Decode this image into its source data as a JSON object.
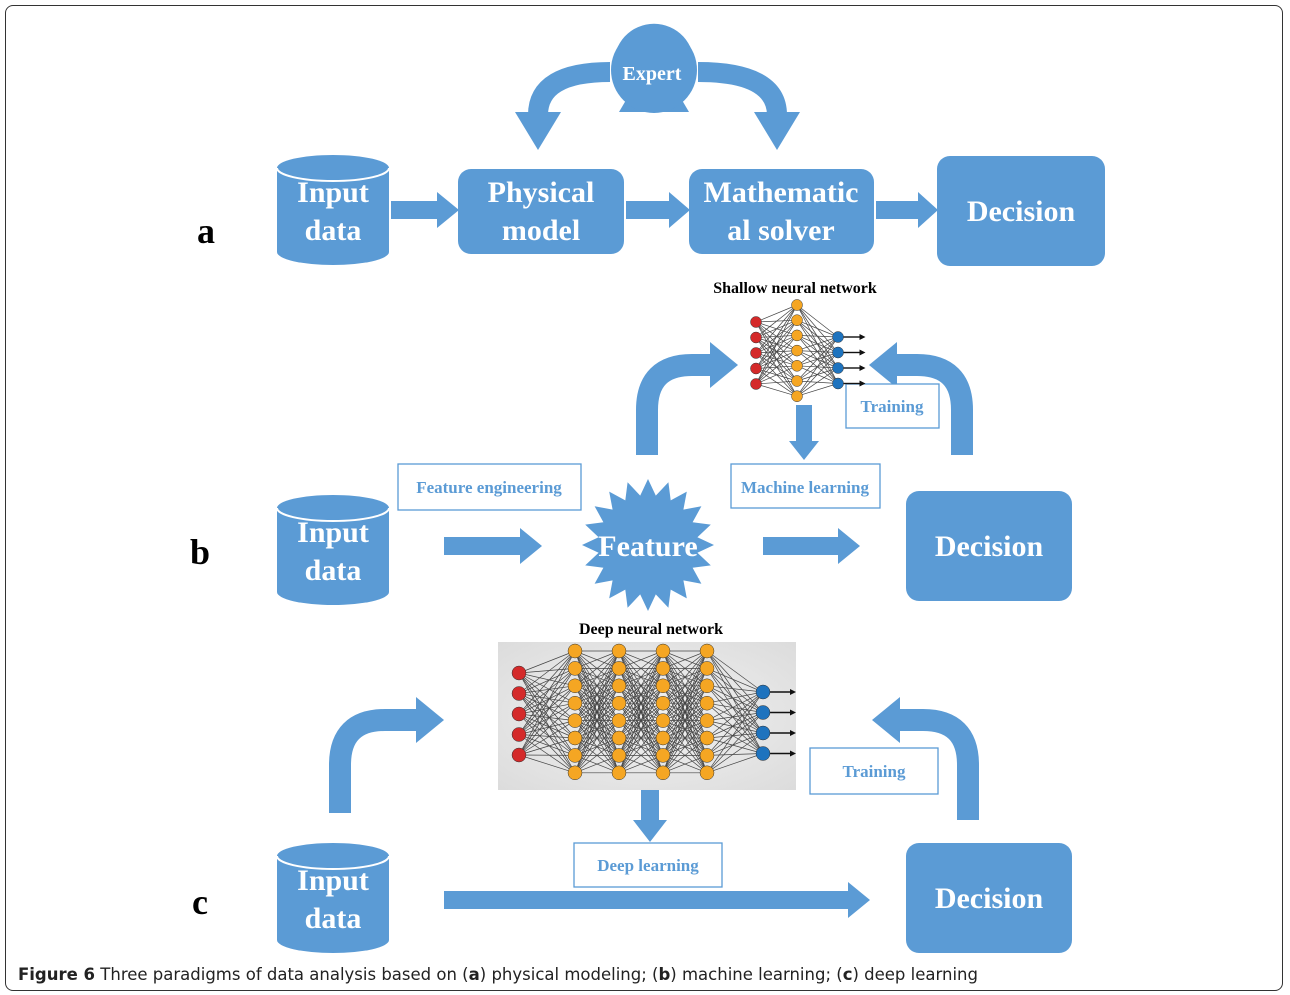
{
  "panels": {
    "a": {
      "letter": "a",
      "input_line1": "Input",
      "input_line2": "data",
      "expert": "Expert",
      "physical_line1": "Physical",
      "physical_line2": "model",
      "solver_line1": "Mathematic",
      "solver_line2": "al solver",
      "decision": "Decision"
    },
    "b": {
      "letter": "b",
      "input_line1": "Input",
      "input_line2": "data",
      "feature_engineering": "Feature engineering",
      "feature": "Feature",
      "network_title": "Shallow neural network",
      "machine_learning": "Machine learning",
      "training": "Training",
      "decision": "Decision"
    },
    "c": {
      "letter": "c",
      "input_line1": "Input",
      "input_line2": "data",
      "network_title": "Deep neural network",
      "deep_learning": "Deep learning",
      "training": "Training",
      "decision": "Decision"
    }
  },
  "caption": {
    "figure_label": "Figure 6",
    "text_1": "  Three paradigms of data analysis based on (",
    "a": "a",
    "text_2": ") physical modeling; (",
    "b": "b",
    "text_3": ") machine learning; (",
    "c": "c",
    "text_4": ") deep learning"
  },
  "colors": {
    "block": "#5b9bd5",
    "input_neuron": "#d42a2a",
    "hidden_neuron": "#f5a623",
    "output_neuron": "#1e73be",
    "edge": "#444444"
  }
}
